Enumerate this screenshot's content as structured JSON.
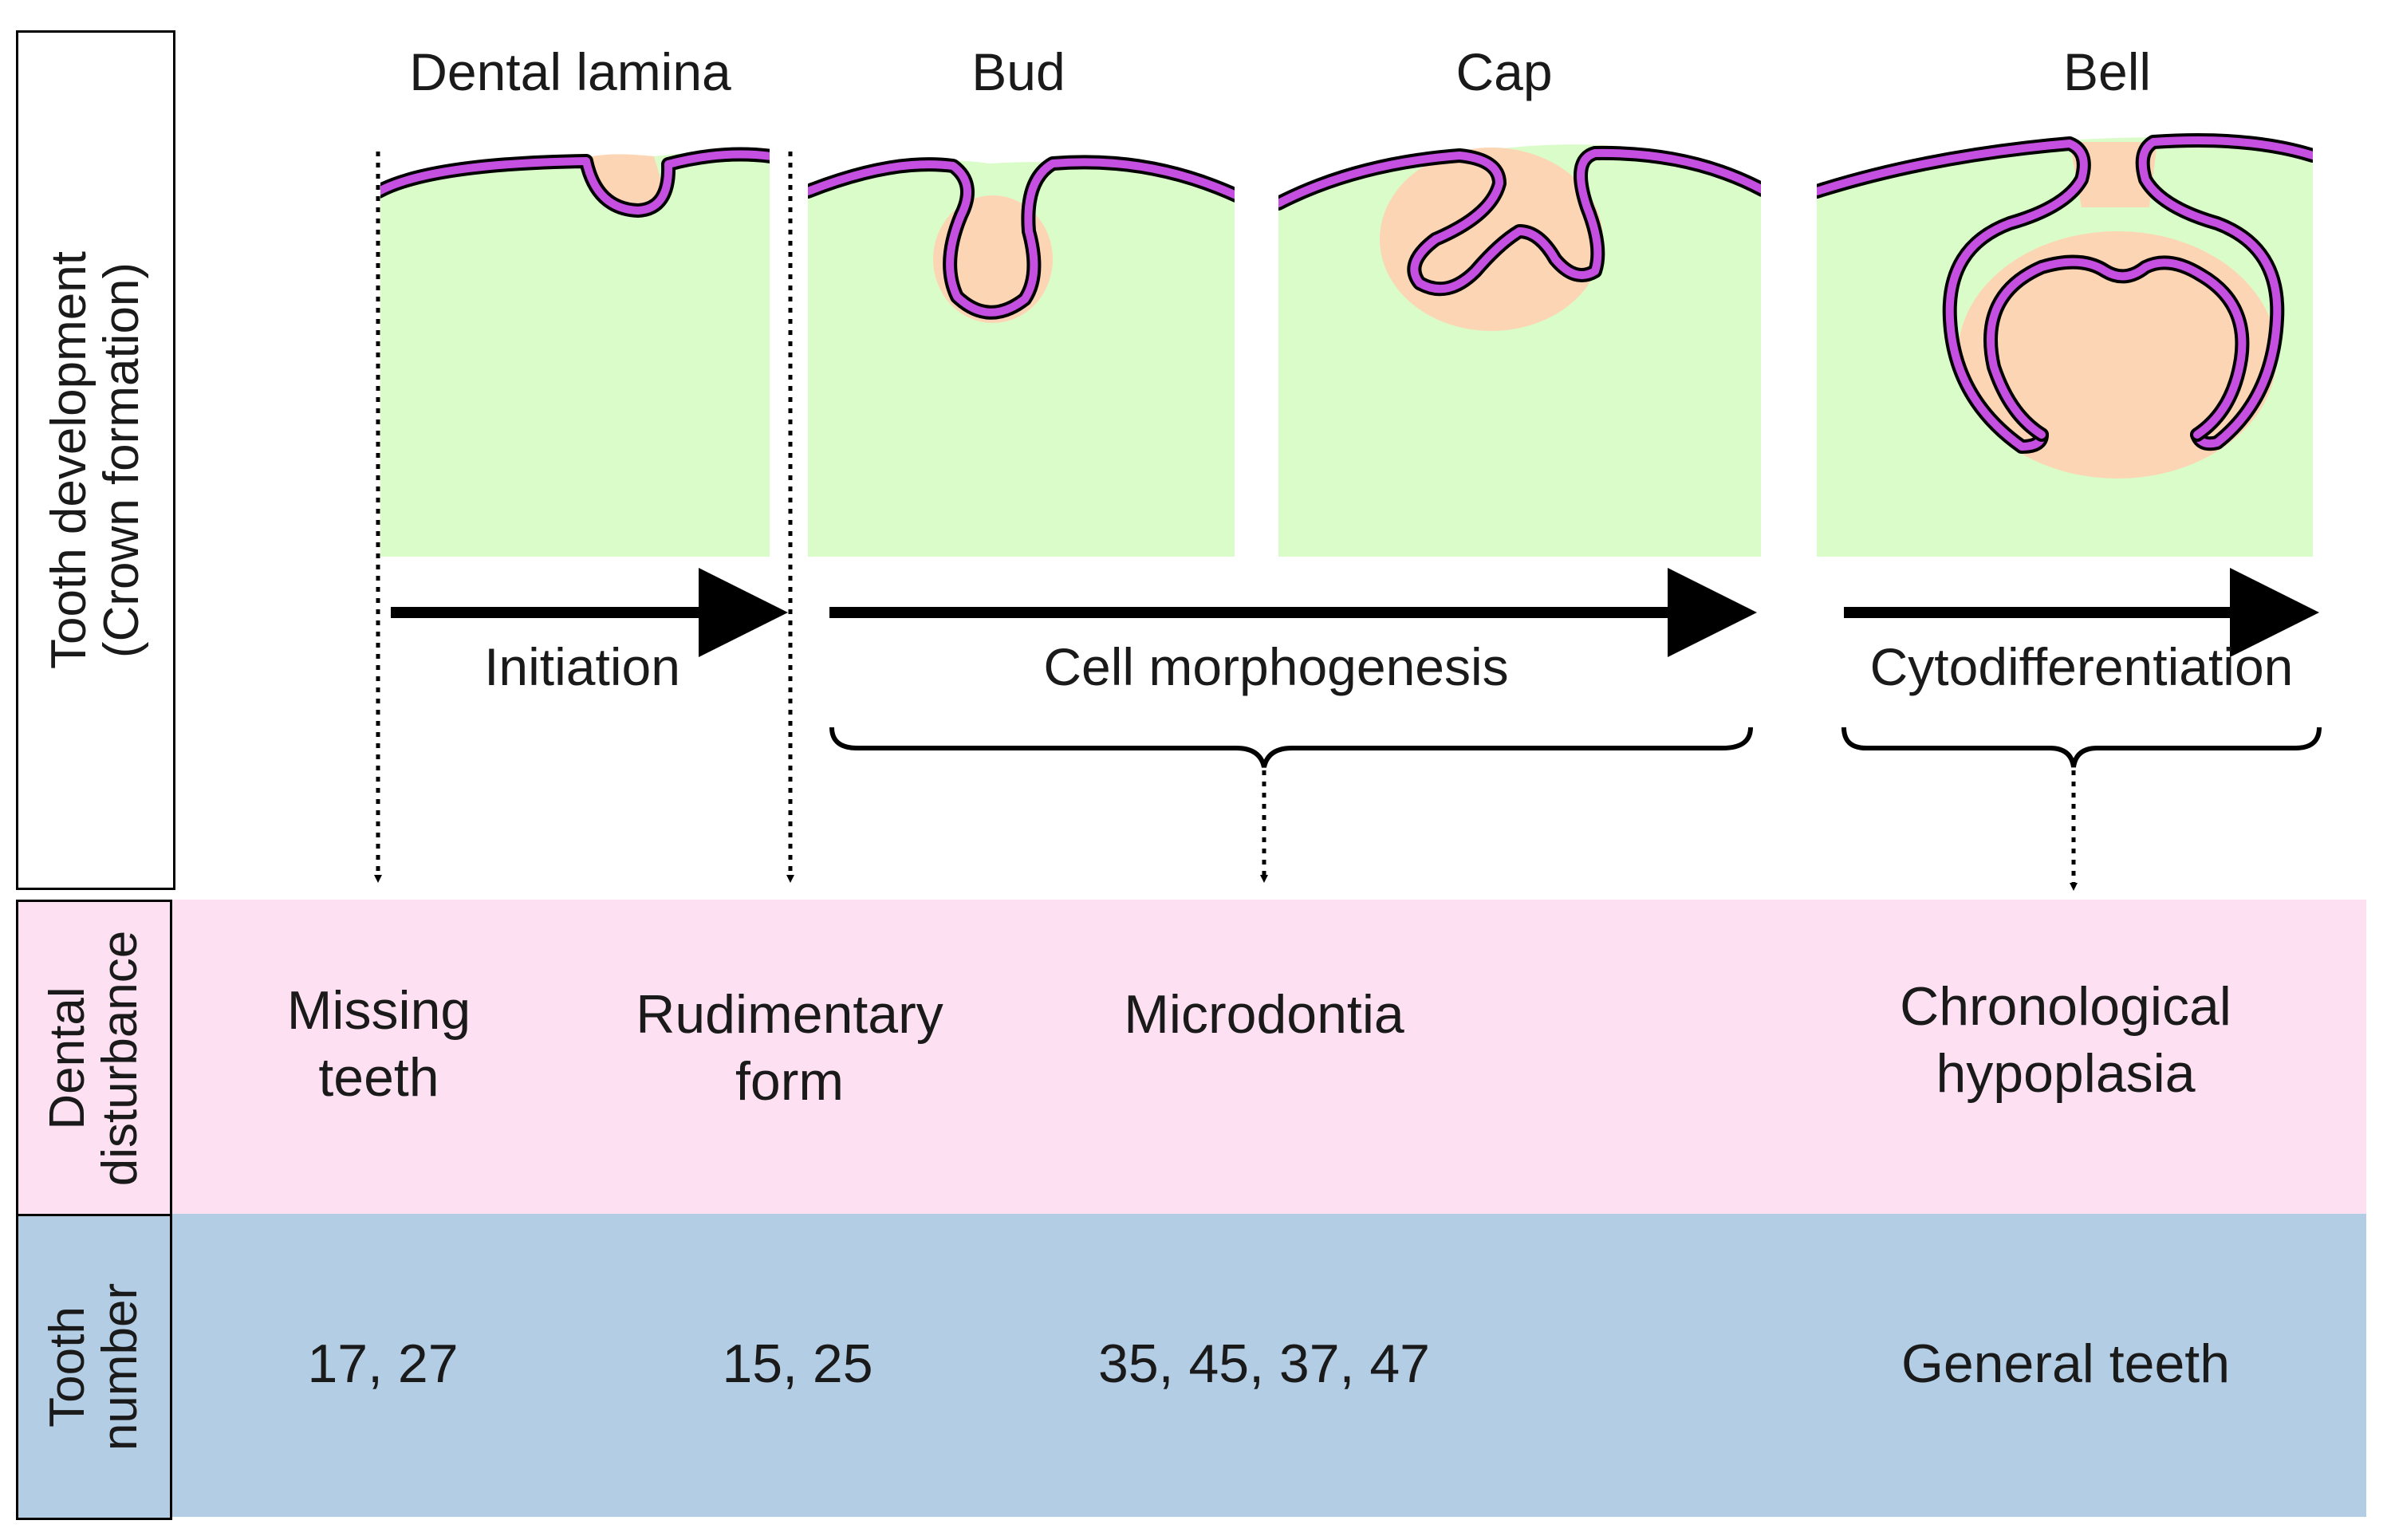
{
  "row_headers": {
    "development": {
      "line1": "Tooth development",
      "line2": "(Crown formation)"
    },
    "disturbance": {
      "line1": "Dental",
      "line2": "disturbance"
    },
    "number": {
      "line1": "Tooth",
      "line2": "number"
    }
  },
  "stages": {
    "dental_lamina": "Dental lamina",
    "bud": "Bud",
    "cap": "Cap",
    "bell": "Bell"
  },
  "phases": {
    "initiation": "Initiation",
    "morphogenesis": "Cell morphogenesis",
    "cytodifferentiation": "Cytodifferentiation"
  },
  "disturbances": {
    "missing": {
      "line1": "Missing",
      "line2": "teeth"
    },
    "rudimentary": {
      "line1": "Rudimentary",
      "line2": "form"
    },
    "microdontia": {
      "line1": "Microdontia"
    },
    "hypoplasia": {
      "line1": "Chronological",
      "line2": "hypoplasia"
    }
  },
  "tooth_numbers": {
    "missing": "17, 27",
    "rudimentary": "15, 25",
    "microdontia": "35, 45, 37, 47",
    "hypoplasia": "General teeth"
  },
  "colors": {
    "mesenchyme": "#d9fcc8",
    "papilla": "#fcd6b4",
    "epithelium": "#c44fe0",
    "disturbance_band": "#fde0f1",
    "number_band": "#b3cde5"
  }
}
